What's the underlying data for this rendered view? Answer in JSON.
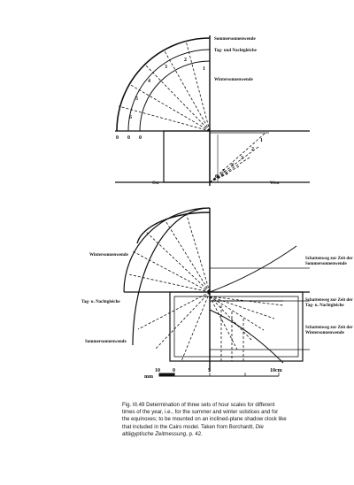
{
  "figure": {
    "top": {
      "labels": {
        "sommer": "Sommersonnenwende",
        "tag_nacht": "Tag- und Nachtgleiche",
        "winter": "Wintersonnenwende",
        "ost": "Ost",
        "west": "West"
      },
      "arc_numbers": [
        "1",
        "2",
        "3",
        "4",
        "5",
        "6"
      ],
      "zero_labels": [
        "0",
        "0",
        "0"
      ],
      "shadow_numbers": [
        "1",
        "2",
        "3",
        "4",
        "5",
        "6"
      ]
    },
    "bottom": {
      "labels": {
        "winter": "Wintersonnenwende",
        "tag_nacht": "Tag- u. Nachtgleiche",
        "sommer": "Sommersonnenwende",
        "schatten_sommer": [
          "Schattenweg zur Zeit der",
          "Sommersonnenwende"
        ],
        "schatten_tag": [
          "Schattenweg zur Zeit der",
          "Tag- u. Nachtgleiche"
        ],
        "schatten_winter": [
          "Schattenweg zur Zeit der",
          "Wintersonnenwende"
        ]
      },
      "scale": {
        "prefix": "mm",
        "ticks": [
          "10",
          "0",
          "5",
          "10cm"
        ]
      }
    }
  },
  "caption": {
    "line1": "Fig. III.49  Determination of three sets of hour scales for different",
    "line2": "times of the year, i.e., for the summer and winter solstices and for",
    "line3": "the equinoxes; to be mounted on an inclined-plane shadow clock like",
    "line4": "that included in the Cairo model.  Taken from Borchardt, ",
    "line4_italic": "Die",
    "line5_italic": "altägyptische Zeitmessung",
    "line5": ", p. 42."
  }
}
